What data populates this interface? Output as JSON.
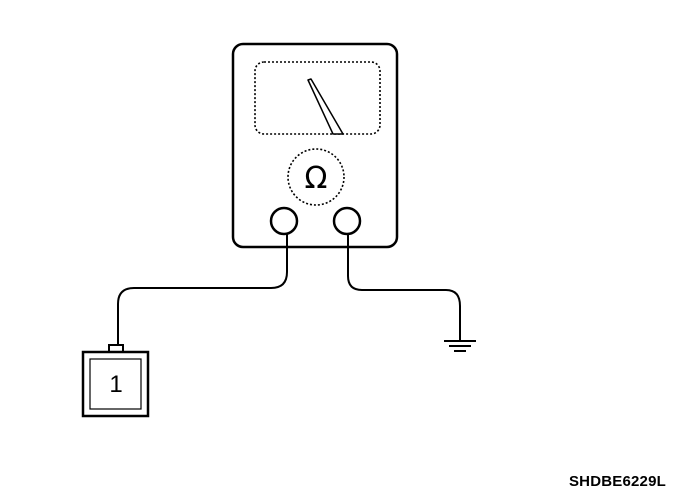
{
  "meter": {
    "symbol": "Ω"
  },
  "connector": {
    "label": "1"
  },
  "figure": {
    "code": "SHDBE6229L"
  }
}
